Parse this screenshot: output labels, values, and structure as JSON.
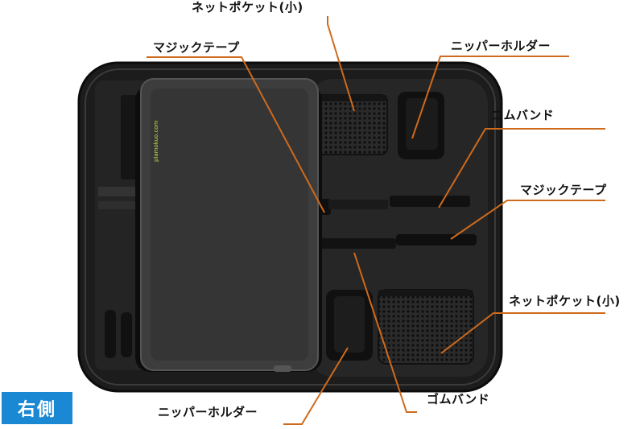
{
  "side_badge": "右側",
  "brand_print": "plamokuo.com",
  "accent_color": "#cf6a1c",
  "badge_color": "#1a88d3",
  "callouts": {
    "net_pocket_top": "ネットポケット(小)",
    "magic_tape_top": "マジックテープ",
    "nipper_holder_top": "ニッパーホルダー",
    "rubber_band_top": "ゴムバンド",
    "magic_tape_right": "マジックテープ",
    "net_pocket_bottom": "ネットポケット(小)",
    "rubber_band_bottom": "ゴムバンド",
    "nipper_holder_bottom": "ニッパーホルダー"
  }
}
